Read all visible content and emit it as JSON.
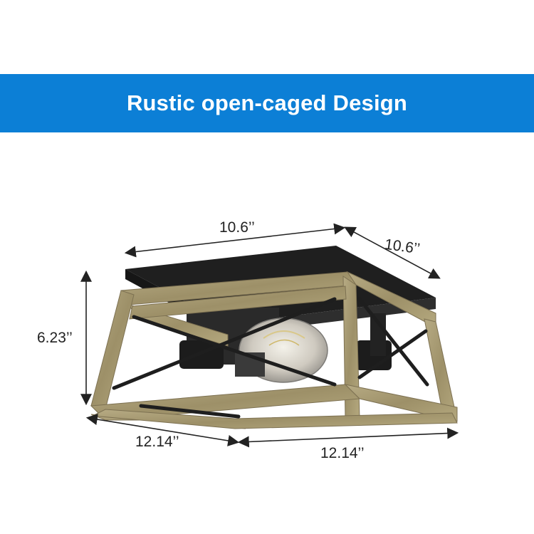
{
  "banner": {
    "title": "Rustic open-caged Design",
    "color": "#0c7fd6"
  },
  "product": {
    "icon": "ceiling-light-icon",
    "wood_color": "#a89c74",
    "metal_color": "#2b2b2b"
  },
  "dimensions": {
    "top_length": "10.6’’",
    "top_width": "10.6’’",
    "height": "6.23’’",
    "bottom_length": "12.14’’",
    "bottom_width": "12.14’’"
  }
}
